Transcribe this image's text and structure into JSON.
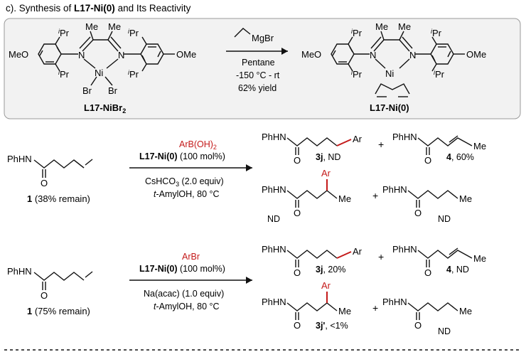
{
  "figure": {
    "title_prefix": "c). Synthesis of ",
    "title_bold_1": "L17-Ni(0)",
    "title_mid": " and Its Reactivity"
  },
  "synthesis": {
    "reactant_label": "L17-NiBr",
    "reactant_label_sub": "2",
    "product_label": "L17-Ni(0)",
    "reagent_grignard": "MgBr",
    "conditions": [
      "Pentane",
      "-150 °C - rt",
      "62% yield"
    ],
    "atoms": {
      "meo": "MeO",
      "ome": "OMe",
      "me": "Me",
      "ipr": "Pr",
      "i": "i",
      "n": "N",
      "ni": "Ni",
      "br": "Br"
    }
  },
  "reaction1": {
    "substrate": "PhHN",
    "substrate_o": "O",
    "substrate_note_bold": "1",
    "substrate_note": " (38% remain)",
    "reagent": "ArB(OH)",
    "reagent_sub": "2",
    "catalyst_bold": "L17-Ni(0)",
    "catalyst_amount": " (100 mol%)",
    "base": "CsHCO",
    "base_sub": "3",
    "base_amount": " (2.0 equiv)",
    "solvent_italic": "t",
    "solvent": "-AmylOH, 80 °C",
    "products": [
      {
        "prefix": "PhHN",
        "o": "O",
        "ar": "Ar",
        "label_bold": "3j",
        "label": ", ND"
      },
      {
        "prefix": "PhHN",
        "o": "O",
        "me": "Me",
        "label_bold": "4",
        "label": ", 60%"
      },
      {
        "prefix": "PhHN",
        "o": "O",
        "ar": "Ar",
        "me": "Me",
        "label": "ND"
      },
      {
        "prefix": "PhHN",
        "o": "O",
        "me": "Me",
        "label": "ND"
      }
    ],
    "plus": "+"
  },
  "reaction2": {
    "substrate": "PhHN",
    "substrate_o": "O",
    "substrate_note_bold": "1",
    "substrate_note": " (75% remain)",
    "reagent": "ArBr",
    "catalyst_bold": "L17-Ni(0)",
    "catalyst_amount": " (100 mol%)",
    "base": "Na(acac) (1.0 equiv)",
    "solvent_italic": "t",
    "solvent": "-AmylOH, 80 °C",
    "products": [
      {
        "prefix": "PhHN",
        "o": "O",
        "ar": "Ar",
        "label_bold": "3j",
        "label": ", 20%"
      },
      {
        "prefix": "PhHN",
        "o": "O",
        "me": "Me",
        "label_bold": "4",
        "label": ", ND"
      },
      {
        "prefix": "PhHN",
        "o": "O",
        "ar": "Ar",
        "me": "Me",
        "label_bold": "3j'",
        "label": ", <1%"
      },
      {
        "prefix": "PhHN",
        "o": "O",
        "me": "Me",
        "label": "ND"
      }
    ],
    "plus": "+"
  },
  "colors": {
    "accent_red": "#c41a1a",
    "box_bg": "#f2f2f2",
    "box_border": "#9a9a9a",
    "line": "#111111"
  }
}
